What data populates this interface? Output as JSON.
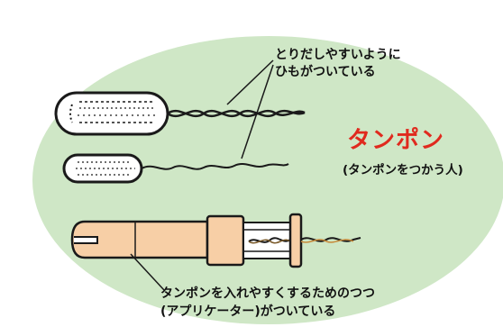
{
  "callout_top": {
    "line1": "とりだしやすいように",
    "line2": "ひもがついている"
  },
  "title": "タンポン",
  "subtitle": "(タンポンをつかう人)",
  "callout_bottom": {
    "line1": "タンポンを入れやすくするためのつつ",
    "line2": "(アプリケーター)がついている"
  },
  "colors": {
    "background_ellipse": "#cfe7c6",
    "title": "#e02a1e",
    "applicator": "#f7cfa6",
    "outline": "#1a1a1a"
  },
  "icons": {
    "tampon_large": "tampon-with-twisted-string",
    "tampon_small": "tampon-with-string",
    "applicator": "applicator-tube"
  }
}
